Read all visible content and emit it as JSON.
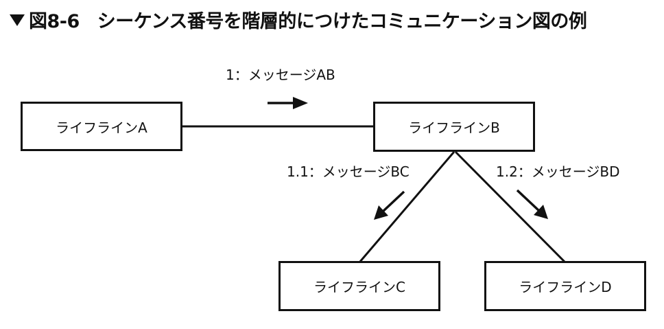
{
  "heading": {
    "figure_number": "図8-6",
    "title": "シーケンス番号を階層的につけたコミュニケーション図の例"
  },
  "lifelines": {
    "a": "ライフラインA",
    "b": "ライフラインB",
    "c": "ライフラインC",
    "d": "ライフラインD"
  },
  "messages": {
    "ab": "1：メッセージAB",
    "bc": "1.1：メッセージBC",
    "bd": "1.2：メッセージBD"
  },
  "colors": {
    "ink": "#111111",
    "background": "#ffffff"
  },
  "icons": {
    "heading_marker": "down-triangle",
    "message_direction": "arrow"
  }
}
